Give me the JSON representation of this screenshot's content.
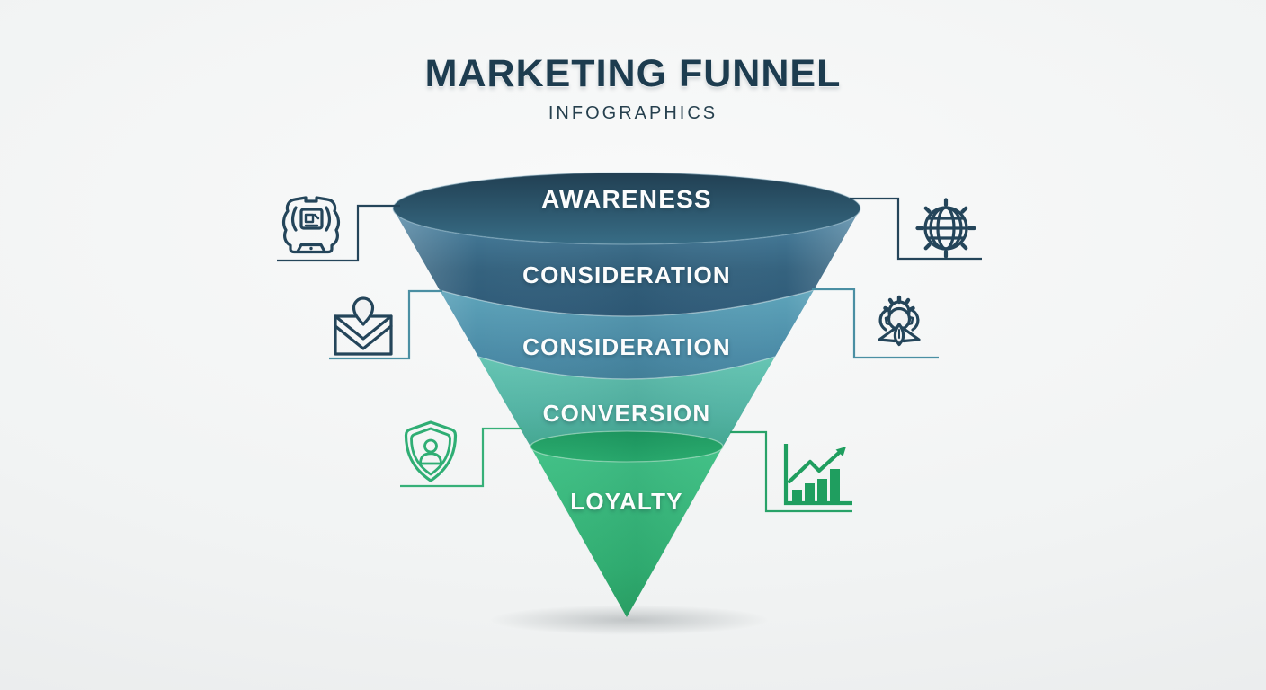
{
  "title": "MARKETING FUNNEL",
  "subtitle": "INFOGRAPHICS",
  "funnel": {
    "type": "funnel",
    "stages": [
      {
        "label": "AWARENESS",
        "color": "#2d5164"
      },
      {
        "label": "CONSIDERATION",
        "color": "#35637f"
      },
      {
        "label": "CONSIDERATION",
        "color": "#4a8aa6"
      },
      {
        "label": "CONVERSION",
        "color": "#52b3a3"
      },
      {
        "label": "LOYALTY",
        "color": "#35b778"
      }
    ]
  },
  "callouts": [
    {
      "icon": "shirt-badge-icon",
      "side": "left",
      "row": "top",
      "color": "#24455a",
      "connector_color": "#24455a"
    },
    {
      "icon": "globe-icon",
      "side": "right",
      "row": "top",
      "color": "#24455a",
      "connector_color": "#24455a"
    },
    {
      "icon": "mail-location-icon",
      "side": "left",
      "row": "middle",
      "color": "#24455a",
      "connector_color": "#4a8fa3"
    },
    {
      "icon": "gear-user-icon",
      "side": "right",
      "row": "middle",
      "color": "#24455a",
      "connector_color": "#4a8fa3"
    },
    {
      "icon": "shield-user-icon",
      "side": "left",
      "row": "bottom",
      "color": "#2fae74",
      "connector_color": "#36b078"
    },
    {
      "icon": "growth-chart-icon",
      "side": "right",
      "row": "bottom",
      "color": "#1f9e5f",
      "connector_color": "#28a268"
    }
  ],
  "background_color": "#f1f2f3",
  "title_color": "#1d3c4f"
}
